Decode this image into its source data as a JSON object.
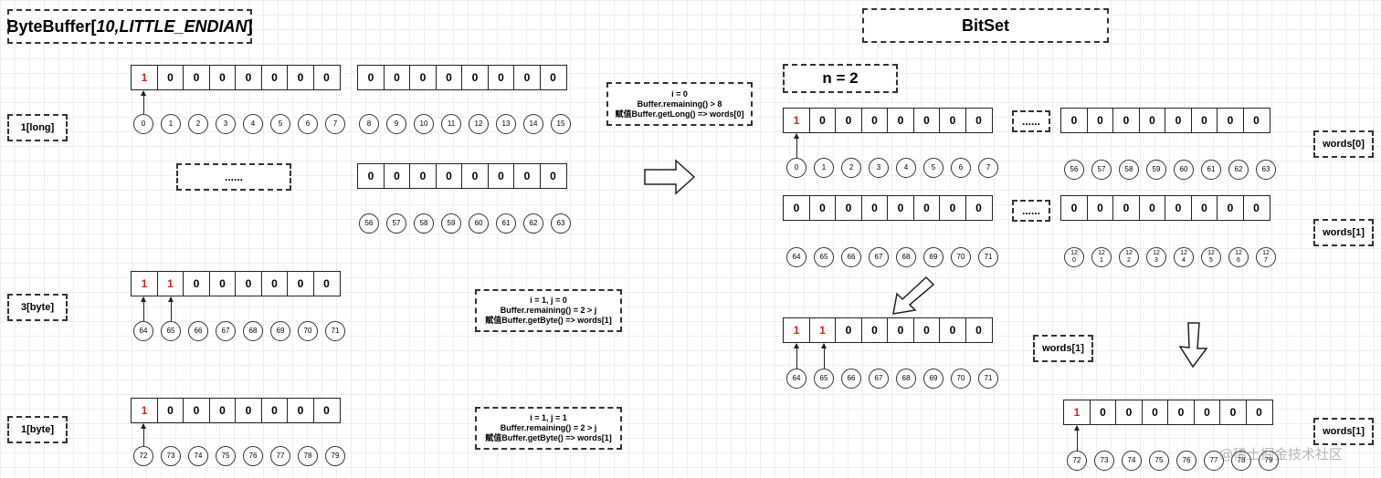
{
  "titles": {
    "bytebuffer_prefix": "ByteBuffer[",
    "bytebuffer_args": "10,LITTLE_ENDIAN",
    "bytebuffer_suffix": "]",
    "bitset": "BitSet",
    "n_label": "n = 2"
  },
  "labels": {
    "long_1": "1[long]",
    "byte_3": "3[byte]",
    "byte_1": "1[byte]",
    "words0": "words[0]",
    "words1_a": "words[1]",
    "words1_b": "words[1]",
    "words1_c": "words[1]",
    "ellipsis": "......"
  },
  "notes": {
    "n1": [
      "i = 0",
      "Buffer.remaining() > 8",
      "赋值Buffer.getLong() => words[0]"
    ],
    "n2": [
      "i = 1, j = 0",
      "Buffer.remaining() = 2 > j",
      "赋值Buffer.getByte() => words[1]"
    ],
    "n3": [
      "i = 1, j = 1",
      "Buffer.remaining() = 2 > j",
      "赋值Buffer.getByte() => words[1]"
    ]
  },
  "rows": {
    "bb_r1a": [
      "1",
      "0",
      "0",
      "0",
      "0",
      "0",
      "0",
      "0"
    ],
    "bb_r1b": [
      "0",
      "0",
      "0",
      "0",
      "0",
      "0",
      "0",
      "0"
    ],
    "bb_r2": [
      "0",
      "0",
      "0",
      "0",
      "0",
      "0",
      "0",
      "0"
    ],
    "bb_r3": [
      "1",
      "1",
      "0",
      "0",
      "0",
      "0",
      "0",
      "0"
    ],
    "bb_r4": [
      "1",
      "0",
      "0",
      "0",
      "0",
      "0",
      "0",
      "0"
    ],
    "bs_r1a": [
      "1",
      "0",
      "0",
      "0",
      "0",
      "0",
      "0",
      "0"
    ],
    "bs_r1b": [
      "0",
      "0",
      "0",
      "0",
      "0",
      "0",
      "0",
      "0"
    ],
    "bs_r2a": [
      "0",
      "0",
      "0",
      "0",
      "0",
      "0",
      "0",
      "0"
    ],
    "bs_r2b": [
      "0",
      "0",
      "0",
      "0",
      "0",
      "0",
      "0",
      "0"
    ],
    "bs_r3": [
      "1",
      "1",
      "0",
      "0",
      "0",
      "0",
      "0",
      "0"
    ],
    "bs_r4": [
      "1",
      "0",
      "0",
      "0",
      "0",
      "0",
      "0",
      "0"
    ]
  },
  "highlight_color": "#e02020",
  "indices": {
    "bb_i1a": [
      "0",
      "1",
      "2",
      "3",
      "4",
      "5",
      "6",
      "7"
    ],
    "bb_i1b": [
      "8",
      "9",
      "10",
      "11",
      "12",
      "13",
      "14",
      "15"
    ],
    "bb_i2": [
      "56",
      "57",
      "58",
      "59",
      "60",
      "61",
      "62",
      "63"
    ],
    "bb_i3": [
      "64",
      "65",
      "66",
      "67",
      "68",
      "69",
      "70",
      "71"
    ],
    "bb_i4": [
      "72",
      "73",
      "74",
      "75",
      "76",
      "77",
      "78",
      "79"
    ],
    "bs_i1a": [
      "0",
      "1",
      "2",
      "3",
      "4",
      "5",
      "6",
      "7"
    ],
    "bs_i1b": [
      "56",
      "57",
      "58",
      "59",
      "60",
      "61",
      "62",
      "63"
    ],
    "bs_i2a": [
      "64",
      "65",
      "66",
      "67",
      "68",
      "69",
      "70",
      "71"
    ],
    "bs_i2b": [
      "120",
      "121",
      "122",
      "123",
      "124",
      "125",
      "126",
      "127"
    ],
    "bs_i3": [
      "64",
      "65",
      "66",
      "67",
      "68",
      "69",
      "70",
      "71"
    ],
    "bs_i4": [
      "72",
      "73",
      "74",
      "75",
      "76",
      "77",
      "78",
      "79"
    ]
  },
  "watermark": "@稀土掘金技术社区"
}
